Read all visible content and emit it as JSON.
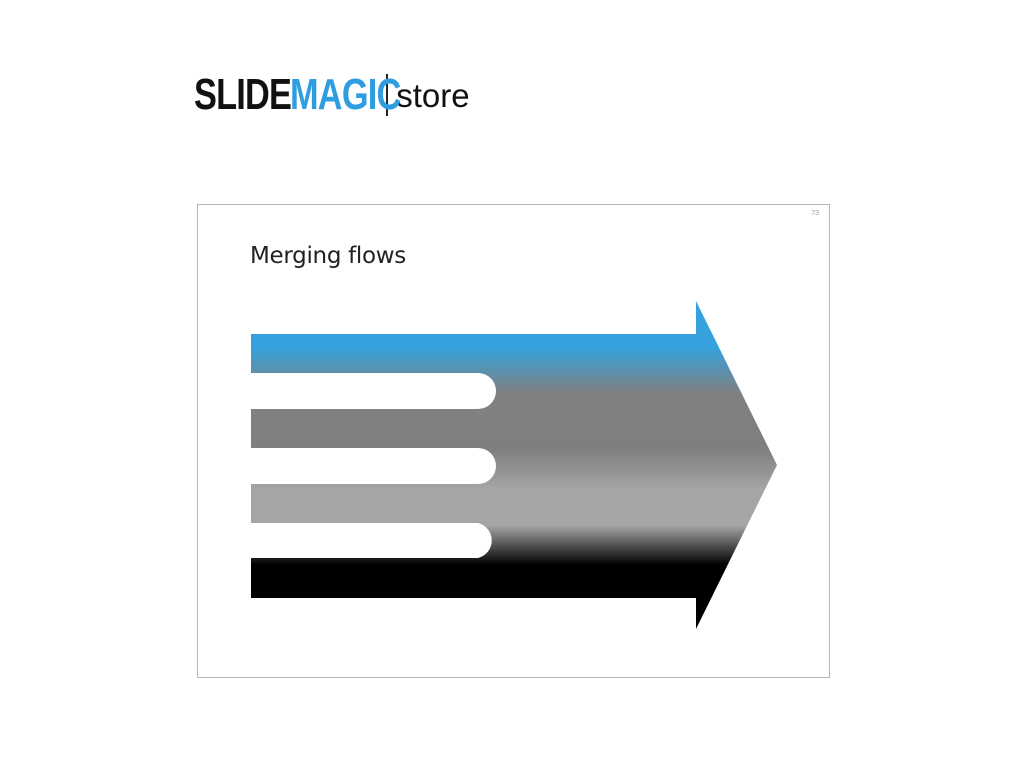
{
  "logo": {
    "part1": "SLIDE",
    "part2": "MAGIC",
    "part3": "store",
    "colors": {
      "dark": "#111111",
      "accent": "#2f9de0"
    }
  },
  "slide": {
    "title": "Merging flows",
    "page_number": "73"
  },
  "diagram": {
    "type": "merging-flows-arrow",
    "colors": {
      "blue": "#35a2dd",
      "dark_gray": "#7f7f7f",
      "light_gray": "#a8a8a8",
      "black": "#000000"
    }
  }
}
